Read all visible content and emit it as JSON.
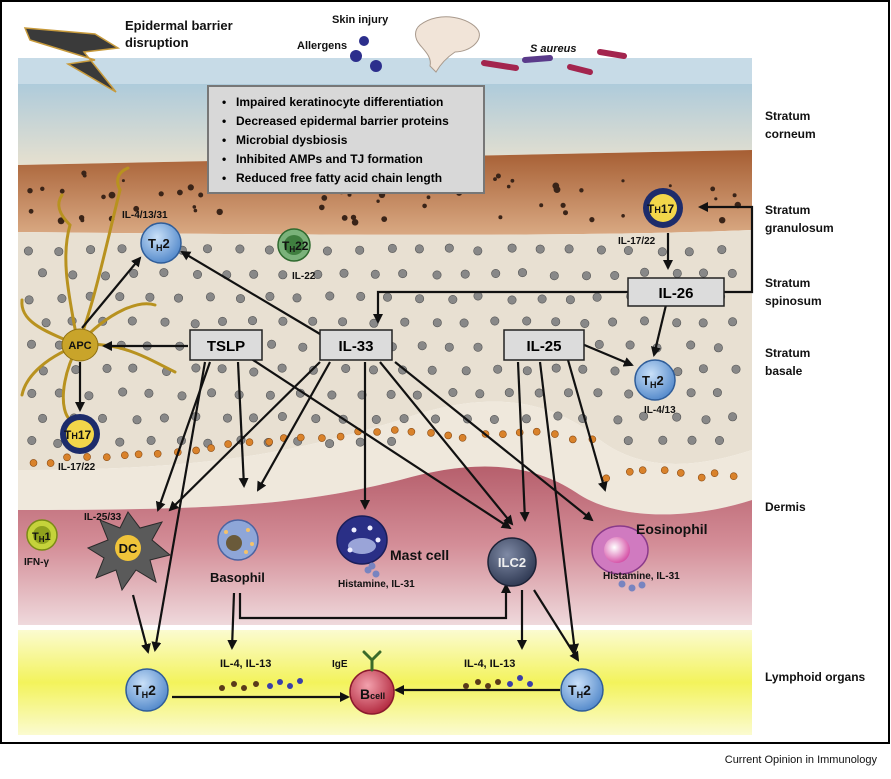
{
  "barrier": {
    "title_line1": "Epidermal barrier",
    "title_line2": "disruption",
    "skin_injury": "Skin injury",
    "allergens": "Allergens",
    "s_aureus": "S aureus",
    "bullets": [
      "Impaired keratinocyte differentiation",
      "Decreased epidermal barrier proteins",
      "Microbial dysbiosis",
      "Inhibited AMPs and TJ formation",
      "Reduced free fatty acid chain length"
    ]
  },
  "layers": {
    "stratum_corneum_1": "Stratum",
    "stratum_corneum_2": "corneum",
    "stratum_granulosum_1": "Stratum",
    "stratum_granulosum_2": "granulosum",
    "stratum_spinosum_1": "Stratum",
    "stratum_spinosum_2": "spinosum",
    "stratum_basale_1": "Stratum",
    "stratum_basale_2": "basale",
    "dermis": "Dermis",
    "lymphoid": "Lymphoid organs"
  },
  "cytokine_boxes": {
    "tslp": "TSLP",
    "il33": "IL-33",
    "il25": "IL-25",
    "il26": "IL-26"
  },
  "cells": {
    "apc": "APC",
    "th_t": "T",
    "th_h": "H",
    "th2_num": "2",
    "th17_num": "17",
    "th22_num": "22",
    "th1_num": "1",
    "dc": "DC",
    "basophil": "Basophil",
    "mast_cell": "Mast cell",
    "ilc2": "ILC2",
    "eosinophil": "Eosinophil",
    "bcell_b": "B",
    "bcell_cell": "cell"
  },
  "cell_labels": {
    "th2_top_left": "IL-4/13/31",
    "th22": "IL-22",
    "th17_top_right": "IL-17/22",
    "th17_left": "IL-17/22",
    "th2_right": "IL-4/13",
    "dc_label": "IL-25/33",
    "th1_label": "IFN-γ",
    "mast_products": "Histamine, IL-31",
    "eos_products": "Histamine, IL-31",
    "lymph_left_cytokines": "IL-4, IL-13",
    "lymph_right_cytokines": "IL-4, IL-13",
    "ige": "IgE"
  },
  "credit": "Current Opinion in Immunology",
  "colors": {
    "corneum": "#cfdde6",
    "granulosum": "#b8754a",
    "spinosum": "#e9e1d3",
    "dermis": "#c77b86",
    "lymphoid": "#f2f25a",
    "box_fill": "#dedede",
    "th2_fill": "#79a9de",
    "th17_ring": "#1d2c6b",
    "th22_fill": "#3f8b3f",
    "th1_fill": "#c8d33a"
  }
}
